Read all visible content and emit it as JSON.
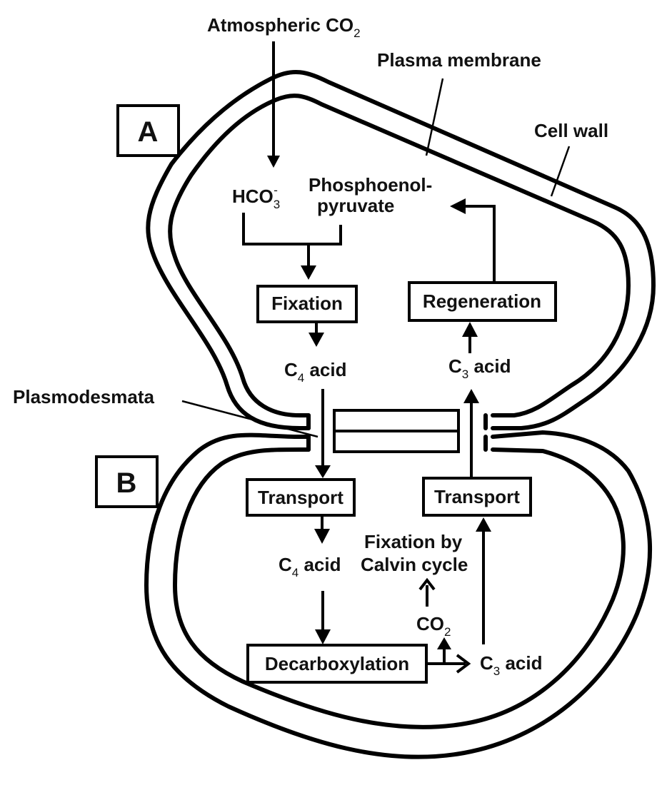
{
  "diagram": {
    "title": "C4 pathway between two plant cells",
    "cells": {
      "upper": {
        "tag": "A"
      },
      "lower": {
        "tag": "B"
      }
    },
    "callouts": {
      "atmospheric_co2": {
        "text": "Atmospheric CO",
        "sub": "2"
      },
      "plasma_membrane": "Plasma membrane",
      "cell_wall": "Cell wall",
      "plasmodesmata": "Plasmodesmata"
    },
    "molecules": {
      "bicarbonate": {
        "text": "HCO",
        "sub": "3",
        "sup": "-"
      },
      "pep_line1": "Phosphoenol-",
      "pep_line2": "pyruvate",
      "c4_acid_a": {
        "prefix": "C",
        "sub": "4",
        "suffix": " acid"
      },
      "c3_acid_a": {
        "prefix": "C",
        "sub": "3",
        "suffix": " acid"
      },
      "c4_acid_b": {
        "prefix": "C",
        "sub": "4",
        "suffix": " acid"
      },
      "c3_acid_b": {
        "prefix": "C",
        "sub": "3",
        "suffix": " acid"
      },
      "co2_b": {
        "text": "CO",
        "sub": "2"
      },
      "calvin_line1": "Fixation by",
      "calvin_line2": "Calvin cycle"
    },
    "steps": {
      "fixation": "Fixation",
      "regeneration": "Regeneration",
      "transport_left": "Transport",
      "transport_right": "Transport",
      "decarboxylation": "Decarboxylation"
    }
  }
}
